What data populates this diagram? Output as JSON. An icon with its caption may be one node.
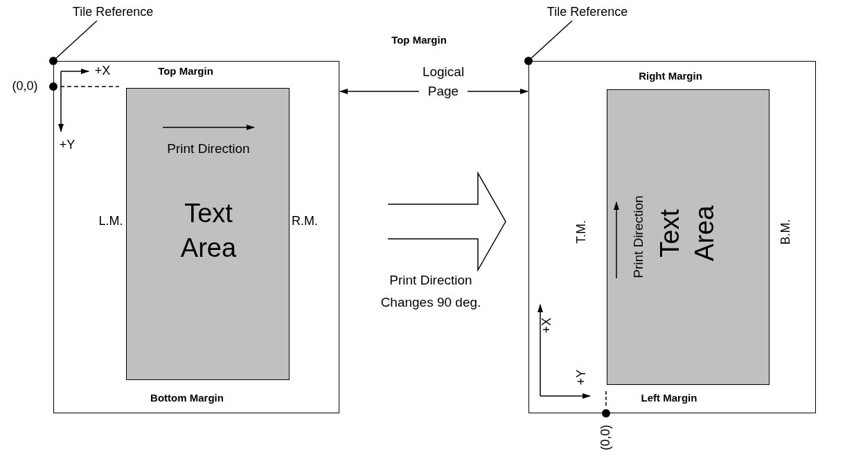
{
  "diagram": {
    "nodes": [
      {
        "text": [],
        "shape": "box"
      },
      {
        "text": [
          "Print Direction",
          "Text Area"
        ],
        "in": 0
      },
      {
        "text": [],
        "shape": "box"
      },
      {
        "text": [
          "Print Direction",
          "Text Area"
        ],
        "in": 2
      },
      {
        "text": [
          "Tile Reference"
        ]
      },
      {
        "text": [],
        "shape": "circle"
      },
      {
        "text": [
          "Tile Reference"
        ]
      },
      {
        "text": [],
        "shape": "circle"
      }
    ],
    "edges": [
      {
        "from": 4,
        "to": 5,
        "arrow": "none"
      },
      {
        "from": 6,
        "to": 7,
        "arrow": "none"
      },
      {
        "from": 0,
        "to": 2,
        "arrow": "both",
        "label": "Logical Page"
      }
    ],
    "labels": [
      "Top Margin",
      "(0,0)",
      "+X",
      "Top Margin",
      "Right Margin",
      "+Y",
      "L.M.",
      "R.M.",
      "T.M.",
      "B.M.",
      "Print Direction Changes 90 deg.",
      "+X",
      "+Y",
      "Bottom Margin",
      "Left Margin",
      "(0,0)"
    ]
  }
}
